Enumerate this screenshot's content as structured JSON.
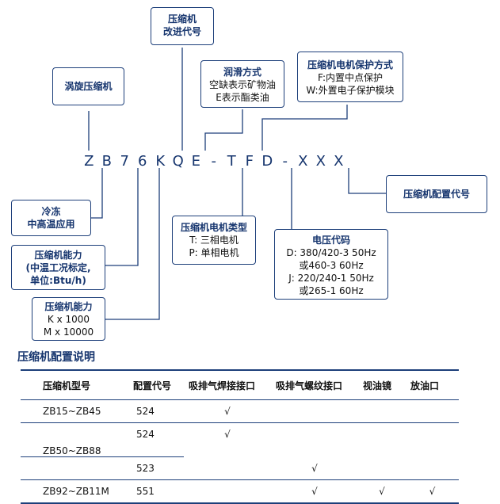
{
  "boxes": {
    "modify_code": {
      "lines": [
        "压缩机",
        "改进代号"
      ]
    },
    "scroll": {
      "title": "涡旋压缩机"
    },
    "lube": {
      "title": "润滑方式",
      "lines": [
        "空缺表示矿物油",
        "E表示酯类油"
      ]
    },
    "protect": {
      "title": "压缩机电机保护方式",
      "lines": [
        "F:内置中点保护",
        "W:外置电子保护模块"
      ]
    },
    "config_code": {
      "title": "压缩机配置代号"
    },
    "cooling": {
      "lines": [
        "冷冻",
        "中高温应用"
      ]
    },
    "motor_type": {
      "title": "压缩机电机类型",
      "lines": [
        "T: 三相电机",
        "P: 单相电机"
      ]
    },
    "voltage": {
      "title": "电压代码",
      "lines": [
        "D: 380/420-3 50Hz",
        "或460-3 60Hz",
        "J:  220/240-1 50Hz",
        "或265-1 60Hz"
      ]
    },
    "capacity": {
      "title": "压缩机能力",
      "lines": [
        "(中温工况标定,",
        "单位:Btu/h)"
      ]
    },
    "multiplier": {
      "title": "压缩机能力",
      "lines": [
        "K x 1000",
        "M x 10000"
      ]
    }
  },
  "code_chars": [
    "Z",
    "B",
    "7",
    "6",
    "K",
    "Q",
    "E",
    "-",
    "T",
    "F",
    "D",
    "-",
    "X",
    "X",
    "X"
  ],
  "section_title": "压缩机配置说明",
  "table": {
    "headers": [
      "压缩机型号",
      "配置代号",
      "吸排气焊接接口",
      "吸排气螺纹接口",
      "视油镜",
      "放油口"
    ],
    "rows": [
      {
        "model": "ZB15~ZB45",
        "code": "524",
        "weld": "√",
        "thread": "",
        "sight": "",
        "drain": ""
      },
      {
        "model": "",
        "code": "524",
        "weld": "√",
        "thread": "",
        "sight": "",
        "drain": ""
      },
      {
        "model": "ZB50~ZB88",
        "code": "",
        "weld": "",
        "thread": "",
        "sight": "",
        "drain": ""
      },
      {
        "model": "",
        "code": "523",
        "weld": "",
        "thread": "√",
        "sight": "",
        "drain": ""
      },
      {
        "model": "ZB92~ZB11M",
        "code": "551",
        "weld": "",
        "thread": "√",
        "sight": "√",
        "drain": "√"
      }
    ]
  }
}
